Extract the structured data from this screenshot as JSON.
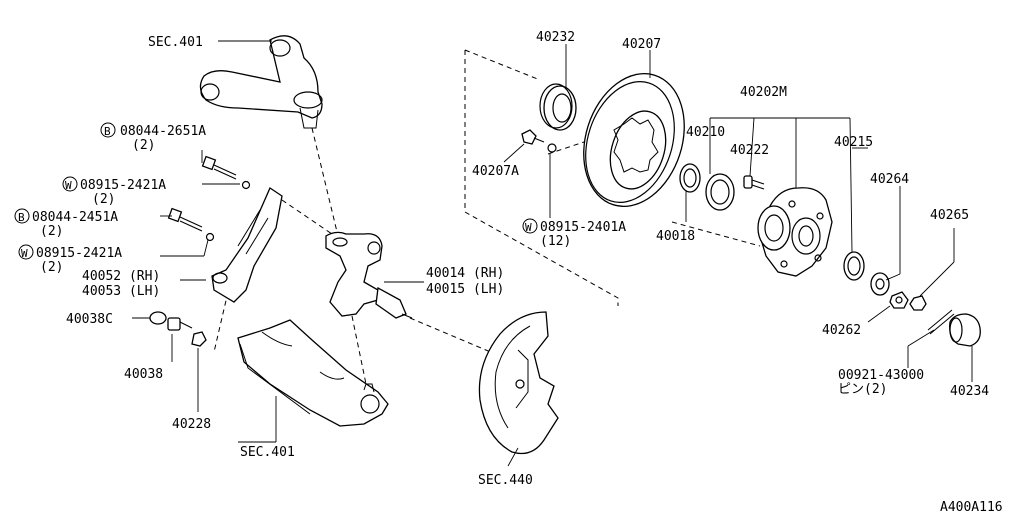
{
  "labels": {
    "sec401_upper": "SEC.401",
    "p08044_2651A": "08044-2651A",
    "p08044_2651A_qty": "(2)",
    "p08915_2421A_1": "08915-2421A",
    "p08915_2421A_1_qty": "(2)",
    "p08044_2451A": "08044-2451A",
    "p08044_2451A_qty": "(2)",
    "p08915_2421A_2": "08915-2421A",
    "p08915_2421A_2_qty": "(2)",
    "p40052": "40052 (RH)",
    "p40053": "40053 (LH)",
    "p40038C": "40038C",
    "p40038": "40038",
    "p40228": "40228",
    "sec401_lower": "SEC.401",
    "p40014": "40014 (RH)",
    "p40015": "40015 (LH)",
    "sec440": "SEC.440",
    "p40232": "40232",
    "p40207": "40207",
    "p40207A": "40207A",
    "p08915_2401A": "08915-2401A",
    "p08915_2401A_qty": "(12)",
    "p40018": "40018",
    "p40202M": "40202M",
    "p40210": "40210",
    "p40222": "40222",
    "p40215": "40215",
    "p40264": "40264",
    "p40265": "40265",
    "p40262": "40262",
    "p00921_43000": "00921-43000",
    "p00921_qty": "ピン(2)",
    "p40234": "40234",
    "figure_code": "A400A116"
  },
  "prefix_marks": {
    "bolt": "B",
    "washer": "W"
  },
  "colors": {
    "line": "#000000",
    "background": "#ffffff"
  }
}
